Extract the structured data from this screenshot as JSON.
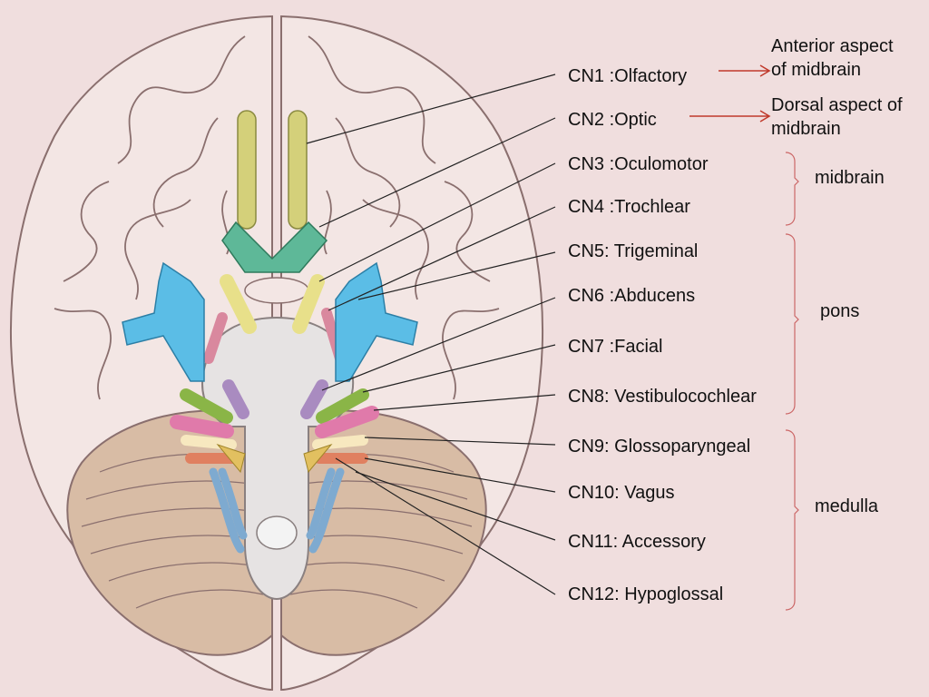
{
  "nerves": [
    {
      "label": "CN1 :Olfactory"
    },
    {
      "label": "CN2 :Optic"
    },
    {
      "label": "CN3 :Oculomotor"
    },
    {
      "label": "CN4 :Trochlear"
    },
    {
      "label": "CN5: Trigeminal"
    },
    {
      "label": "CN6 :Abducens"
    },
    {
      "label": "CN7 :Facial"
    },
    {
      "label": "CN8: Vestibulocochlear"
    },
    {
      "label": "CN9: Glossoparyngeal"
    },
    {
      "label": "CN10: Vagus"
    },
    {
      "label": "CN11: Accessory"
    },
    {
      "label": "CN12: Hypoglossal"
    }
  ],
  "notes": {
    "olfactory": {
      "line1": "Anterior aspect",
      "line2": "of midbrain"
    },
    "optic": {
      "line1": "Dorsal aspect of",
      "line2": "midbrain"
    }
  },
  "regions": {
    "midbrain": "midbrain",
    "pons": "pons",
    "medulla": "medulla"
  },
  "colors": {
    "background": "#f0dede",
    "brain": "#f3e6e4",
    "cerebellum": "#d8bca5",
    "olfactory": "#d4d07a",
    "optic": "#5eb898",
    "oculomotor": "#e8e08a",
    "trochlear": "#d9889e",
    "trigeminal": "#5bbde6",
    "abducens": "#a98bc0",
    "facial": "#8ab547",
    "vestibulocochlear": "#e07aaa",
    "glossopharyngeal": "#f7e8bf",
    "vagus": "#e08060",
    "accessory": "#7eaad0",
    "hypoglossal": "#e2c060",
    "arrow": "#c0392b",
    "bracket": "#cc6666"
  }
}
